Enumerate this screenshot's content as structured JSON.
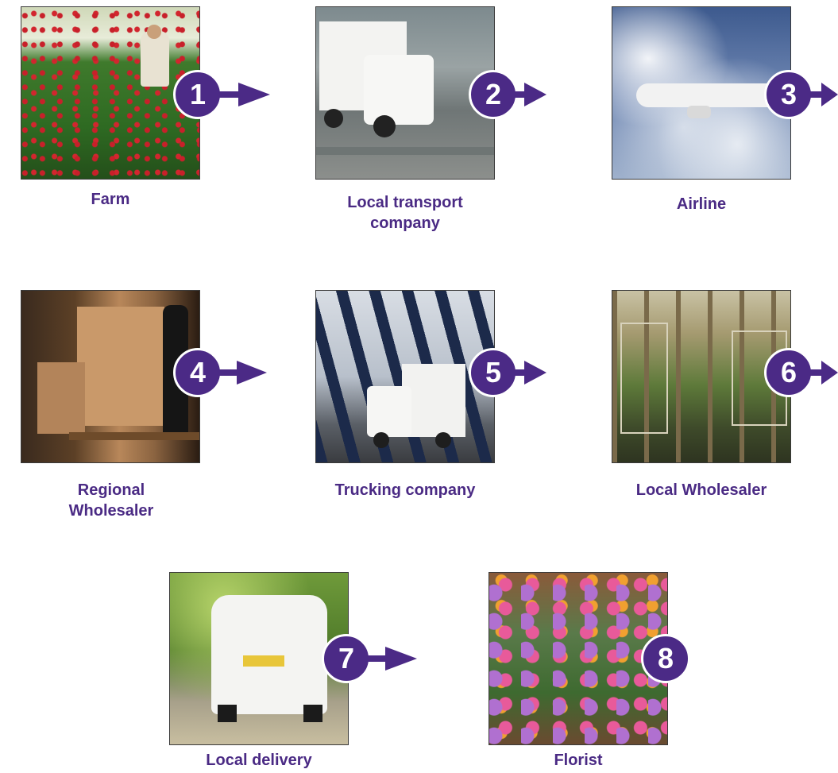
{
  "stages": [
    {
      "number": "1",
      "label_lines": [
        "Farm"
      ],
      "icon": "farm-photo"
    },
    {
      "number": "2",
      "label_lines": [
        "Local transport",
        "company"
      ],
      "icon": "truck-photo"
    },
    {
      "number": "3",
      "label_lines": [
        "Airline"
      ],
      "icon": "airplane-photo"
    },
    {
      "number": "4",
      "label_lines": [
        "Regional",
        "Wholesaler"
      ],
      "icon": "warehouse-photo"
    },
    {
      "number": "5",
      "label_lines": [
        "Trucking company"
      ],
      "icon": "truck-bridge-photo"
    },
    {
      "number": "6",
      "label_lines": [
        "Local Wholesaler"
      ],
      "icon": "cooler-photo"
    },
    {
      "number": "7",
      "label_lines": [
        "Local delivery"
      ],
      "icon": "van-photo"
    },
    {
      "number": "8",
      "label_lines": [
        "Florist"
      ],
      "icon": "flower-shop-photo"
    }
  ],
  "colors": {
    "accent": "#4b2a86",
    "label": "#4a2a84"
  }
}
